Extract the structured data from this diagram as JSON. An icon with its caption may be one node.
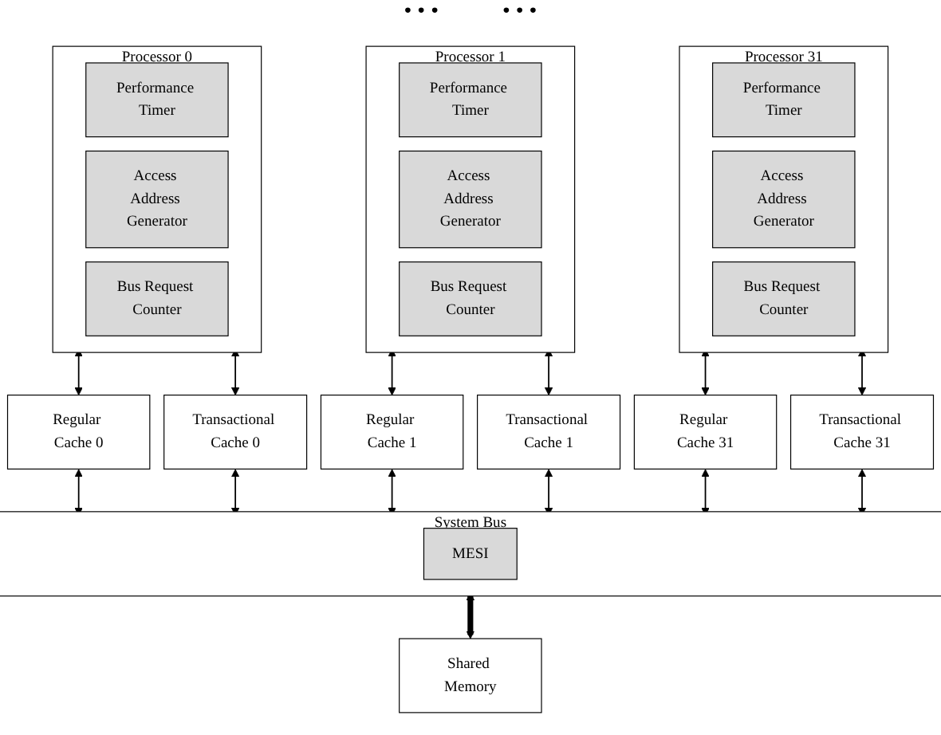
{
  "diagram": {
    "nodes": [
      {
        "text": [
          "Processor 0"
        ]
      },
      {
        "text": [
          "Performance Timer"
        ],
        "in": 0
      },
      {
        "text": [
          "Access Address Generator"
        ],
        "in": 0
      },
      {
        "text": [
          "Bus Request Counter"
        ],
        "in": 0
      },
      {
        "text": [
          "Processor 1"
        ]
      },
      {
        "text": [
          "Performance Timer"
        ],
        "in": 4
      },
      {
        "text": [
          "Access Address Generator"
        ],
        "in": 4
      },
      {
        "text": [
          "Bus Request Counter"
        ],
        "in": 4
      },
      {
        "text": [
          "Processor 31"
        ]
      },
      {
        "text": [
          "Performance Timer"
        ],
        "in": 8
      },
      {
        "text": [
          "Access Address Generator"
        ],
        "in": 8
      },
      {
        "text": [
          "Bus Request Counter"
        ],
        "in": 8
      },
      {
        "text": [
          "Regular Cache 0"
        ]
      },
      {
        "text": [
          "Transactional Cache 0"
        ]
      },
      {
        "text": [
          "Regular Cache 1"
        ]
      },
      {
        "text": [
          "Transactional Cache 1"
        ]
      },
      {
        "text": [
          "Regular Cache 31"
        ]
      },
      {
        "text": [
          "Transactional Cache 31"
        ]
      },
      {
        "text": [
          "System Bus"
        ]
      },
      {
        "text": [
          "MESI"
        ],
        "in": 18
      },
      {
        "text": [
          "Shared Memory"
        ]
      }
    ],
    "edges": [
      {
        "from": 0,
        "to": 12,
        "arrow": "both"
      },
      {
        "from": 0,
        "to": 13,
        "arrow": "both"
      },
      {
        "from": 4,
        "to": 14,
        "arrow": "both"
      },
      {
        "from": 4,
        "to": 15,
        "arrow": "both"
      },
      {
        "from": 8,
        "to": 16,
        "arrow": "both"
      },
      {
        "from": 8,
        "to": 17,
        "arrow": "both"
      },
      {
        "from": 12,
        "to": 18,
        "arrow": "both"
      },
      {
        "from": 13,
        "to": 18,
        "arrow": "both"
      },
      {
        "from": 14,
        "to": 18,
        "arrow": "both"
      },
      {
        "from": 15,
        "to": 18,
        "arrow": "both"
      },
      {
        "from": 16,
        "to": 18,
        "arrow": "both"
      },
      {
        "from": 17,
        "to": 18,
        "arrow": "both"
      },
      {
        "from": 18,
        "to": 20,
        "arrow": "both",
        "style": "thick"
      }
    ],
    "labels": [
      "• • •",
      "• • •"
    ]
  }
}
